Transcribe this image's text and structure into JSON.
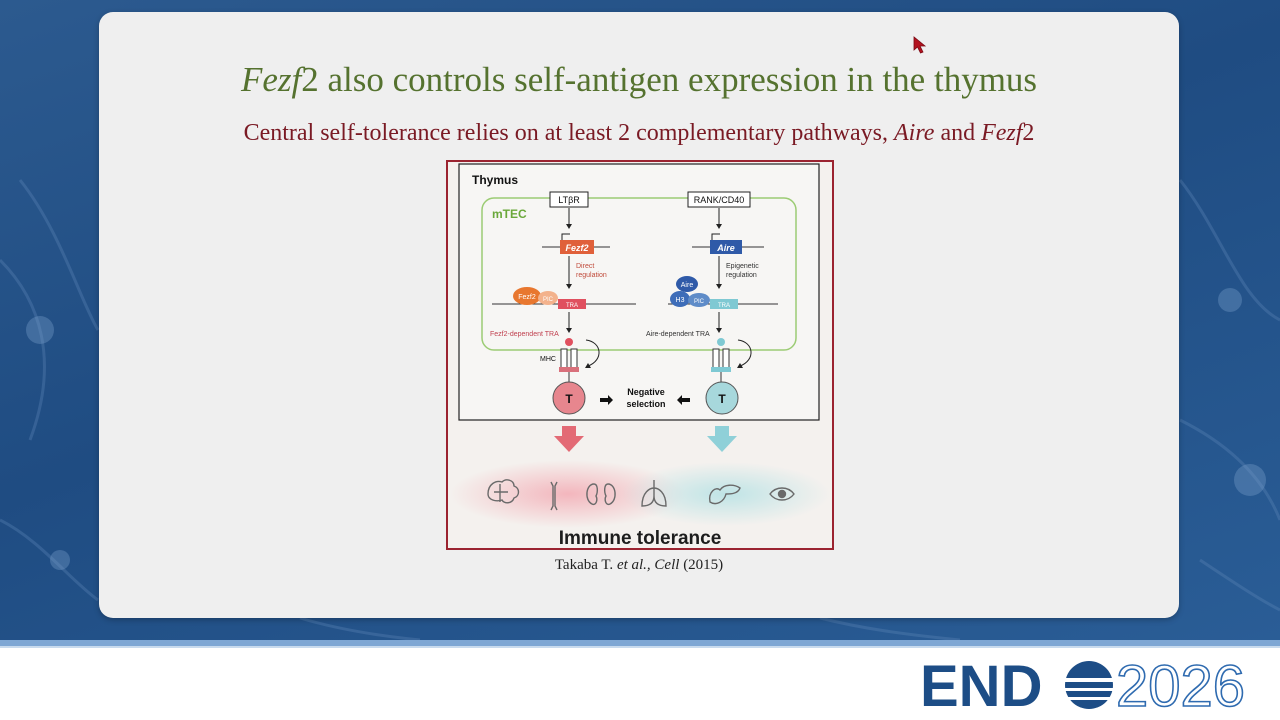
{
  "slide": {
    "title_gene": "Fezf",
    "title_num": "2",
    "title_rest": " also controls self-antigen expression in the thymus",
    "subtitle_prefix": "Central self-tolerance relies on at least 2 complementary pathways, ",
    "subtitle_aire": "Aire",
    "subtitle_and": " and ",
    "subtitle_fezf": "Fezf",
    "subtitle_num": "2"
  },
  "figure": {
    "thymus_label": "Thymus",
    "mtec_label": "mTEC",
    "ltbr_label": "LTβR",
    "rank_label": "RANK/CD40",
    "fezf2_gene": "Fezf2",
    "aire_gene": "Aire",
    "direct_reg_1": "Direct",
    "direct_reg_2": "regulation",
    "epi_reg_1": "Epigenetic",
    "epi_reg_2": "regulation",
    "fezf2_protein": "Fezf2",
    "pic_left": "PIC",
    "tra_left": "TRA",
    "aire_protein": "Aire",
    "h3_label": "H3",
    "pic_right": "PIC",
    "tra_right": "TRA",
    "fezf2_dep_tra": "Fezf2-dependent TRA",
    "aire_dep_tra": "Aire-dependent TRA",
    "mhc_label": "MHC",
    "t_left": "T",
    "t_right": "T",
    "neg_sel_1": "Negative",
    "neg_sel_2": "selection",
    "immune_tolerance": "Immune tolerance",
    "colors": {
      "fezf2": "#e0603a",
      "aire": "#2f5aa8",
      "red_cell": "#e7868e",
      "blue_cell": "#9fd1d6",
      "mtec_green": "#7ab24a"
    },
    "organ_icons": [
      "brain-icon",
      "bone-icon",
      "kidney-icon",
      "lung-icon",
      "pancreas-icon",
      "eye-icon"
    ]
  },
  "citation": {
    "authors": "Takaba T. ",
    "etal": "et al., Cell",
    "year": " (2015)"
  },
  "logo": {
    "left": "END",
    "right": "2026"
  }
}
